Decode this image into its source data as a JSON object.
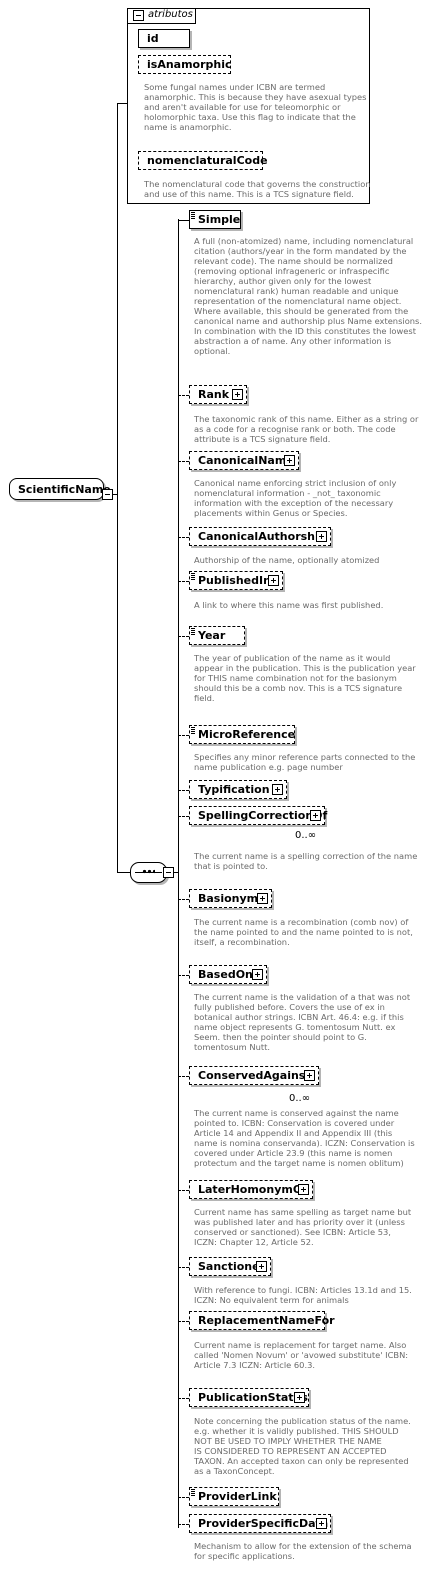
{
  "attributes": {
    "title": "atributos",
    "id": "id",
    "isAnamorphic": "isAnamorphic",
    "isAnamorphic_desc": "Some fungal names under ICBN are termed\nanamorphic. This is because they have asexual types\nand aren't available for use for teleomorphic or\nholomorphic taxa. Use this flag to indicate that the\nname is anamorphic.",
    "nomenclaturalCode": "nomenclaturalCode",
    "nomenclaturalCode_desc": "The nomenclatural code that governs the construction\nand use of this name. This is a TCS signature field."
  },
  "root": "ScientificName",
  "elements": [
    {
      "name": "Simple",
      "desc": "A full (non-atomized) name, including nomenclatural\ncitation (authors/year in the form mandated by the\nrelevant code). The name should be normalized\n(removing optional infrageneric or infraspecific\nhierarchy, author given only for the lowest\nnomenclatural rank) human readable and unique\nrepresentation of the nomenclatural name object.\nWhere available, this should be generated from the\ncanonical name and authorship plus Name extensions.\nIn combination with the ID this constitutes the lowest\nabstraction a of name. Any other information is\noptional."
    },
    {
      "name": "Rank",
      "desc": "The taxonomic rank of this name. Either as a string or\nas a code for a recognise rank or both. The code\nattribute is a TCS signature field."
    },
    {
      "name": "CanonicalName",
      "desc": "Canonical name enforcing strict inclusion of only\nnomenclatural information - _not_ taxonomic\ninformation with the exception of the necessary\nplacements within Genus or Species."
    },
    {
      "name": "CanonicalAuthorship",
      "desc": "Authorship of the name, optionally atomized"
    },
    {
      "name": "PublishedIn",
      "desc": "A link to where this name was first published."
    },
    {
      "name": "Year",
      "desc": "The year of publication of the name as it would\nappear in the publication. This is the publication year\nfor THIS name combination not for the basionym\nshould this be a comb nov. This is a TCS signature\nfield."
    },
    {
      "name": "MicroReference",
      "desc": "Specifies any minor reference parts connected to the\nname publication e.g. page number"
    },
    {
      "name": "Typification",
      "desc": ""
    },
    {
      "name": "SpellingCorrectionOf",
      "card": "0..∞",
      "desc": "The current name is a spelling correction of the name\nthat is pointed to."
    },
    {
      "name": "Basionym",
      "desc": "The current name is a recombination (comb nov) of\nthe name pointed to and the name pointed to is not,\nitself, a recombination."
    },
    {
      "name": "BasedOn",
      "desc": "The current name is the validation of a that was not\nfully published before. Covers the use of ex in\nbotanical author strings. ICBN Art. 46.4: e.g. if this\nname object represents G. tomentosum Nutt. ex\nSeem. then the pointer should point to G.\ntomentosum Nutt."
    },
    {
      "name": "ConservedAgainst",
      "card": "0..∞",
      "desc": "The current name is conserved against the name\npointed to. ICBN: Conservation is covered under\nArticle 14 and Appendix II and Appendix III (this\nname is nomina conservanda). ICZN: Conservation is\ncovered under Article 23.9 (this name is nomen\nprotectum and the target name is nomen oblitum)"
    },
    {
      "name": "LaterHomonymOf",
      "desc": "Current name has same spelling as target name but\nwas published later and has priority over it (unless\nconserved or sanctioned). See ICBN: Article 53,\nICZN: Chapter 12, Article 52."
    },
    {
      "name": "Sanctioned",
      "desc": "With reference to fungi. ICBN: Articles 13.1d and 15.\nICZN: No equivalent term for animals"
    },
    {
      "name": "ReplacementNameFor",
      "desc": "Current name is replacement for target name. Also\ncalled 'Nomen Novum' or 'avowed substitute' ICBN:\nArticle 7.3 ICZN: Article 60.3."
    },
    {
      "name": "PublicationStatus",
      "desc": "Note concerning the publication status of the name.\ne.g. whether it is validly published. THIS SHOULD\nNOT BE USED TO IMPLY WHETHER THE NAME\nIS CONSIDERED TO REPRESENT AN ACCEPTED\nTAXON. An accepted taxon can only be represented\nas a TaxonConcept."
    },
    {
      "name": "ProviderLink",
      "desc": ""
    },
    {
      "name": "ProviderSpecificData",
      "desc": "Mechanism to allow for the extension of the schema\nfor specific applications."
    }
  ]
}
